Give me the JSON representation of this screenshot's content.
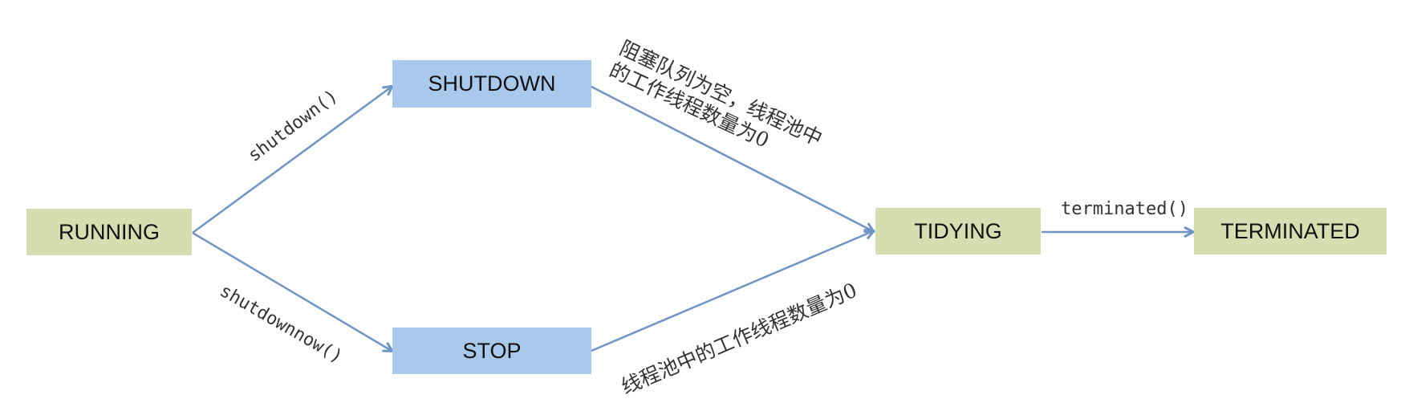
{
  "states": {
    "running": "RUNNING",
    "shutdown": "SHUTDOWN",
    "stop": "STOP",
    "tidying": "TIDYING",
    "terminated": "TERMINATED"
  },
  "transitions": {
    "running_to_shutdown": "shutdown()",
    "running_to_stop": "shutdownnow()",
    "shutdown_to_tidying_line1": "阻塞队列为空，线程池中",
    "shutdown_to_tidying_line2": "的工作线程数量为0",
    "stop_to_tidying": "线程池中的工作线程数量为0",
    "tidying_to_terminated": "terminated()"
  },
  "colors": {
    "edge": "#6f94c6",
    "node_green": "#d4deb0",
    "node_blue": "#a9c9ec"
  }
}
